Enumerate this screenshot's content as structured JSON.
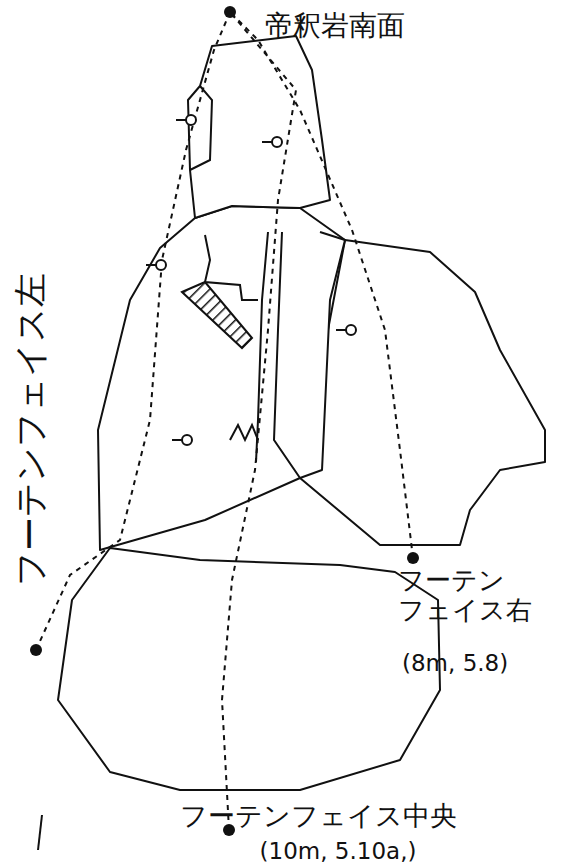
{
  "diagram": {
    "title": "帝釈岩南面",
    "labels": [
      "フーテンフェイス左",
      "フーテン フェイス右",
      "(8m, 5.8)",
      "フーテンフェイス中央",
      "(10m, 5.10a,)"
    ]
  }
}
